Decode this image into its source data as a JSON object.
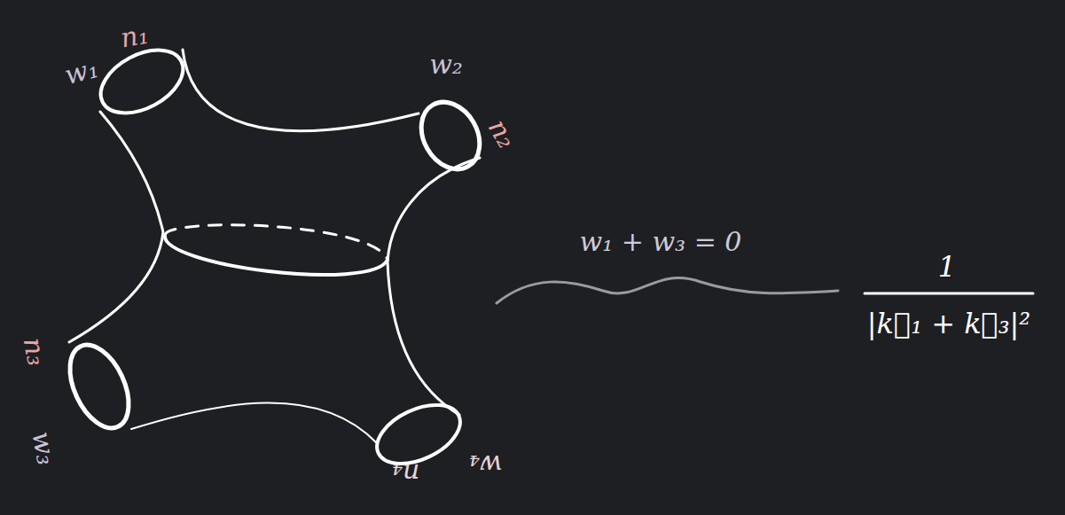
{
  "diagram": {
    "labels": [
      "w₁",
      "n₁",
      "w₂",
      "n₂",
      "n₃",
      "w₃",
      "w₄",
      "n₄",
      "w₁ + w₃ = 0",
      "1",
      "|k⃗₁ + k⃗₃|²"
    ]
  }
}
